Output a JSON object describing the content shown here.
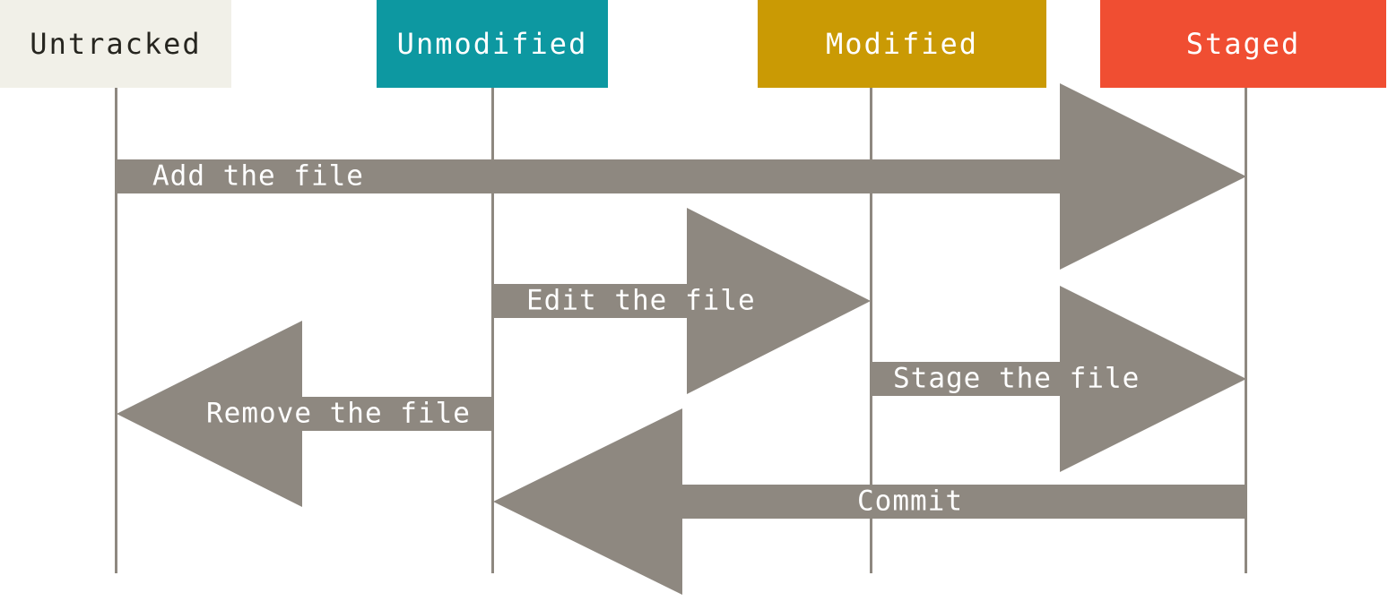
{
  "columns": [
    {
      "label": "Untracked",
      "color": "#F1F0E8",
      "text_color": "#26251F"
    },
    {
      "label": "Unmodified",
      "color": "#0D98A1",
      "text_color": "#FFFFFF"
    },
    {
      "label": "Modified",
      "color": "#CA9A04",
      "text_color": "#FFFFFF"
    },
    {
      "label": "Staged",
      "color": "#F04E32",
      "text_color": "#FFFFFF"
    }
  ],
  "arrows": [
    {
      "label": "Add the file",
      "direction": "right",
      "from": "Untracked",
      "to": "Staged"
    },
    {
      "label": "Edit the file",
      "direction": "right",
      "from": "Unmodified",
      "to": "Modified"
    },
    {
      "label": "Stage the file",
      "direction": "right",
      "from": "Modified",
      "to": "Staged"
    },
    {
      "label": "Remove the file",
      "direction": "left",
      "from": "Unmodified",
      "to": "Untracked"
    },
    {
      "label": "Commit",
      "direction": "left",
      "from": "Staged",
      "to": "Unmodified"
    }
  ],
  "colors": {
    "arrow": "#8E8880",
    "lifeline": "#8E8880",
    "background": "#FFFFFF",
    "arrow_label_text": "#FFFFFF"
  }
}
